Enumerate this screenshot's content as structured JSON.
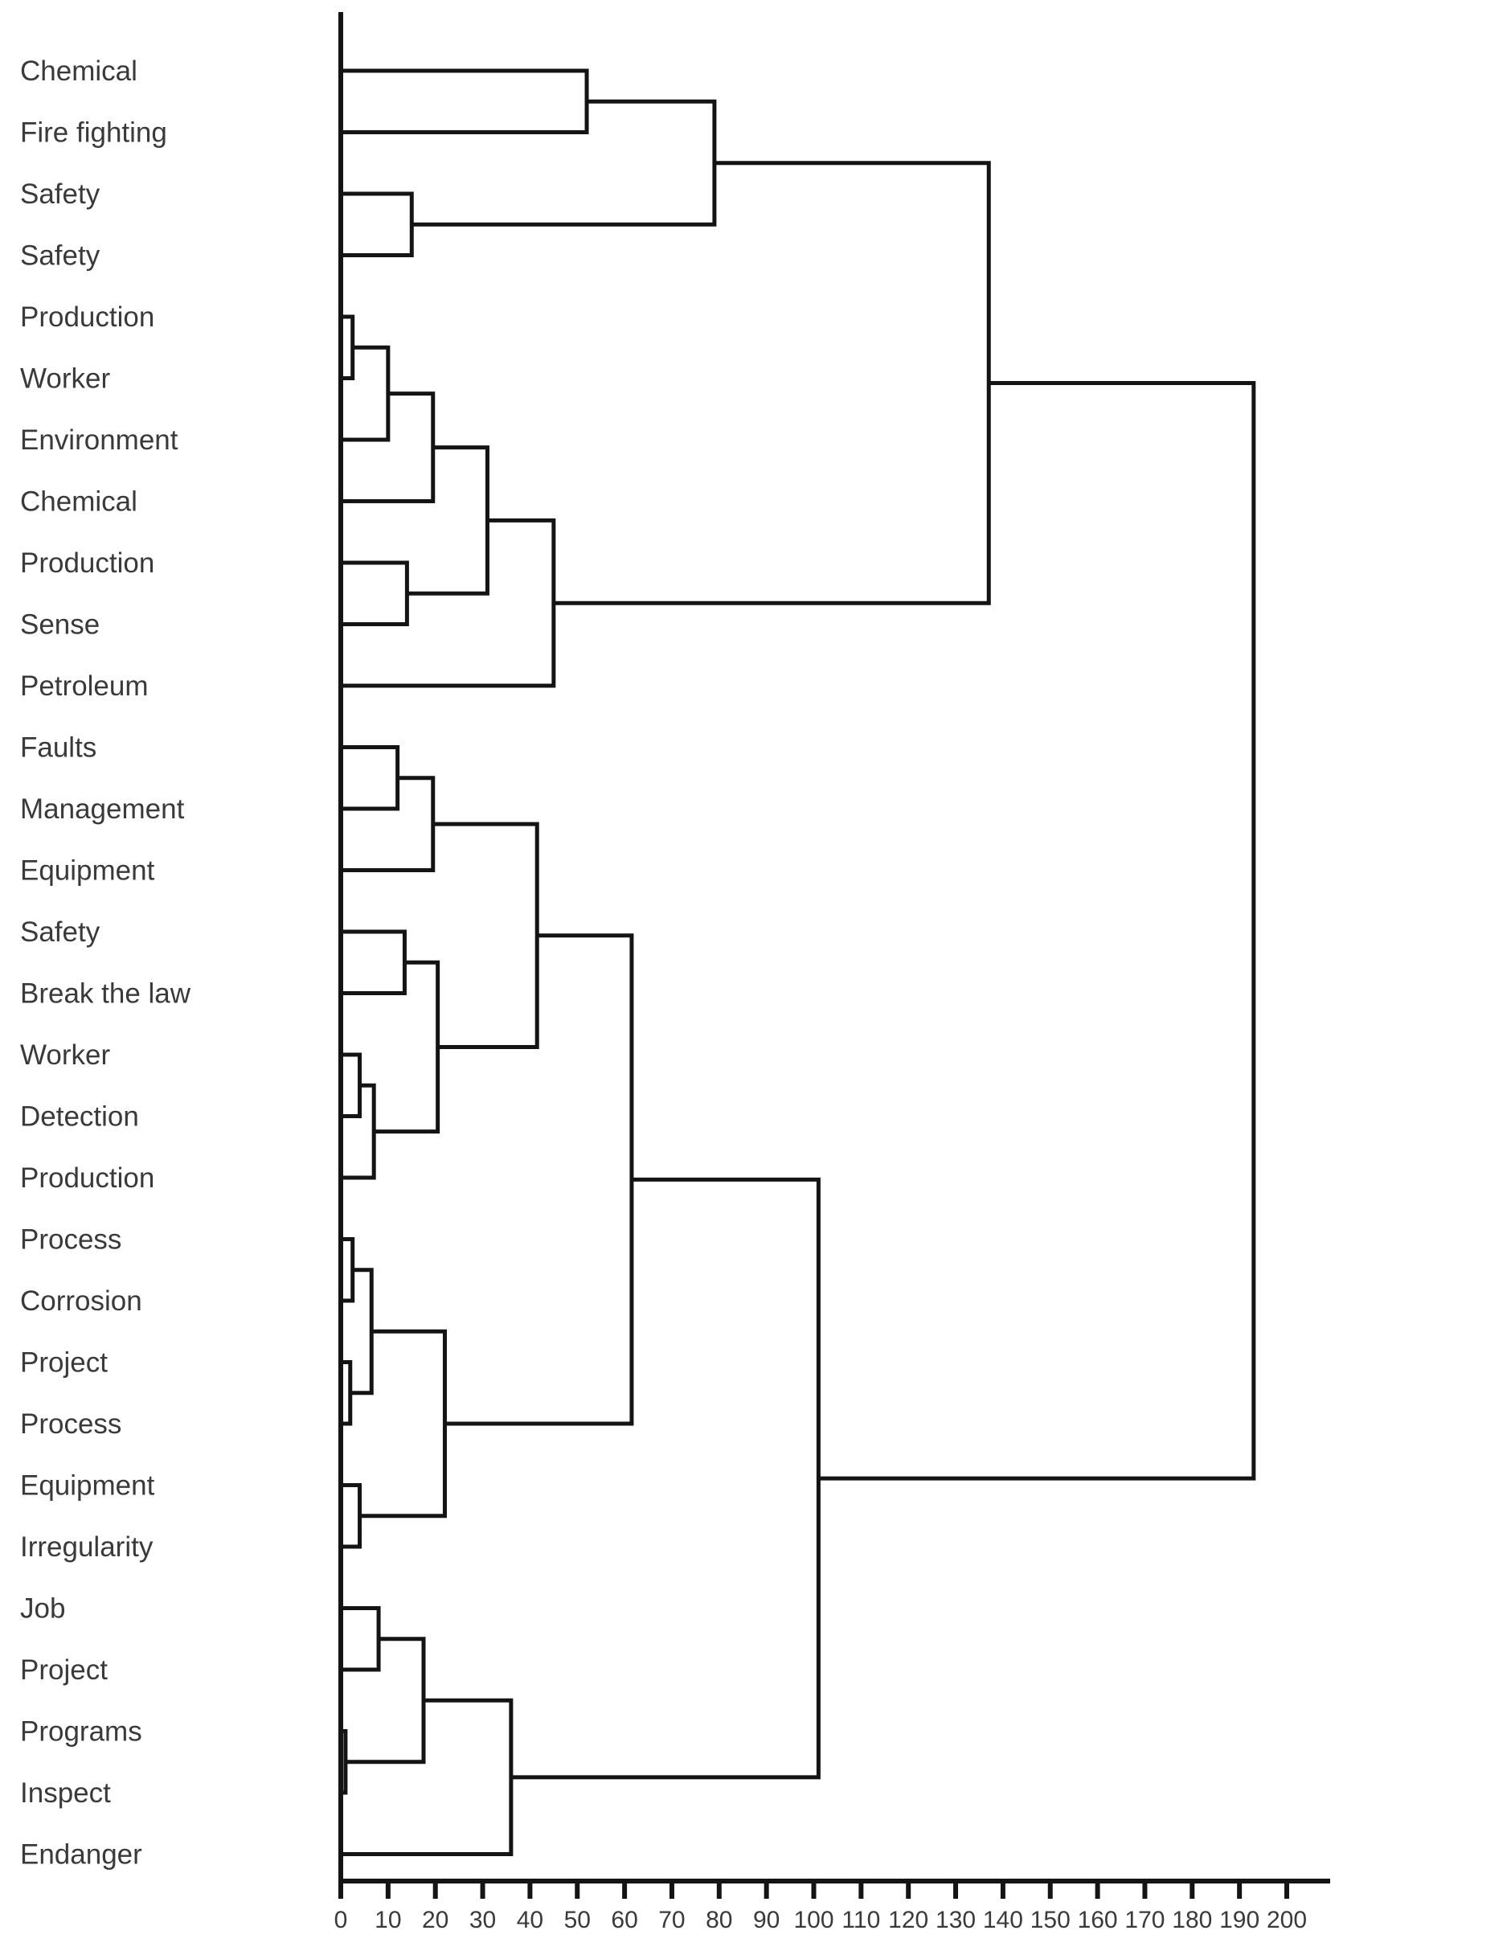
{
  "chart_data": {
    "type": "dendrogram",
    "title": "",
    "xlabel": "",
    "ylabel": "",
    "orientation": "horizontal-left-leaves",
    "grid": false,
    "legend": false,
    "leaves": [
      "Chemical",
      "Fire fighting",
      "Safety",
      "Safety",
      "Production",
      "Worker",
      "Environment",
      "Chemical",
      "Production",
      "Sense",
      "Petroleum",
      "Faults",
      "Management",
      "Equipment",
      "Safety",
      "Break the law",
      "Worker",
      "Detection",
      "Production",
      "Process",
      "Corrosion",
      "Project",
      "Process",
      "Equipment",
      "Irregularity",
      "Job",
      "Project",
      "Programs",
      "Inspect",
      "Endanger"
    ],
    "merges": [
      {
        "id": "M0",
        "a": "L0",
        "b": "L1",
        "distance": 52
      },
      {
        "id": "M1",
        "a": "L2",
        "b": "L3",
        "distance": 15
      },
      {
        "id": "M2",
        "a": "M0",
        "b": "M1",
        "distance": 79
      },
      {
        "id": "M3",
        "a": "L4",
        "b": "L5",
        "distance": 2.5
      },
      {
        "id": "M4",
        "a": "M3",
        "b": "L6",
        "distance": 10
      },
      {
        "id": "M5",
        "a": "M4",
        "b": "L7",
        "distance": 19.5
      },
      {
        "id": "M6",
        "a": "L8",
        "b": "L9",
        "distance": 14
      },
      {
        "id": "M7",
        "a": "M5",
        "b": "M6",
        "distance": 31
      },
      {
        "id": "M8",
        "a": "M7",
        "b": "L10",
        "distance": 45
      },
      {
        "id": "M9",
        "a": "M2",
        "b": "M8",
        "distance": 137
      },
      {
        "id": "M10",
        "a": "L11",
        "b": "L12",
        "distance": 12
      },
      {
        "id": "M11",
        "a": "M10",
        "b": "L13",
        "distance": 19.5
      },
      {
        "id": "M12",
        "a": "L14",
        "b": "L15",
        "distance": 13.5
      },
      {
        "id": "M13",
        "a": "L16",
        "b": "L17",
        "distance": 4
      },
      {
        "id": "M14",
        "a": "M13",
        "b": "L18",
        "distance": 7
      },
      {
        "id": "M15",
        "a": "M12",
        "b": "M14",
        "distance": 20.5
      },
      {
        "id": "M16",
        "a": "M11",
        "b": "M15",
        "distance": 41.5
      },
      {
        "id": "M17",
        "a": "L19",
        "b": "L20",
        "distance": 2.5
      },
      {
        "id": "M18",
        "a": "L21",
        "b": "L22",
        "distance": 2
      },
      {
        "id": "M19",
        "a": "M17",
        "b": "M18",
        "distance": 6.5
      },
      {
        "id": "M20",
        "a": "L23",
        "b": "L24",
        "distance": 4
      },
      {
        "id": "M21",
        "a": "M19",
        "b": "M20",
        "distance": 22
      },
      {
        "id": "M22",
        "a": "M16",
        "b": "M21",
        "distance": 61.5
      },
      {
        "id": "M23",
        "a": "L25",
        "b": "L26",
        "distance": 8
      },
      {
        "id": "M24",
        "a": "L27",
        "b": "L28",
        "distance": 1
      },
      {
        "id": "M25",
        "a": "M23",
        "b": "M24",
        "distance": 17.5
      },
      {
        "id": "M26",
        "a": "M25",
        "b": "L29",
        "distance": 36
      },
      {
        "id": "M27",
        "a": "M22",
        "b": "M26",
        "distance": 101
      },
      {
        "id": "M28",
        "a": "M9",
        "b": "M27",
        "distance": 193
      }
    ],
    "axis": {
      "min": 0,
      "max": 200,
      "step": 10,
      "tick_labels": [
        "0",
        "10",
        "20",
        "30",
        "40",
        "50",
        "60",
        "70",
        "80",
        "90",
        "100",
        "110",
        "120",
        "130",
        "140",
        "150",
        "160",
        "170",
        "180",
        "190",
        "200"
      ]
    }
  },
  "style": {
    "background": "#ffffff",
    "line_color": "#141414",
    "label_color": "#3a3a3a"
  }
}
